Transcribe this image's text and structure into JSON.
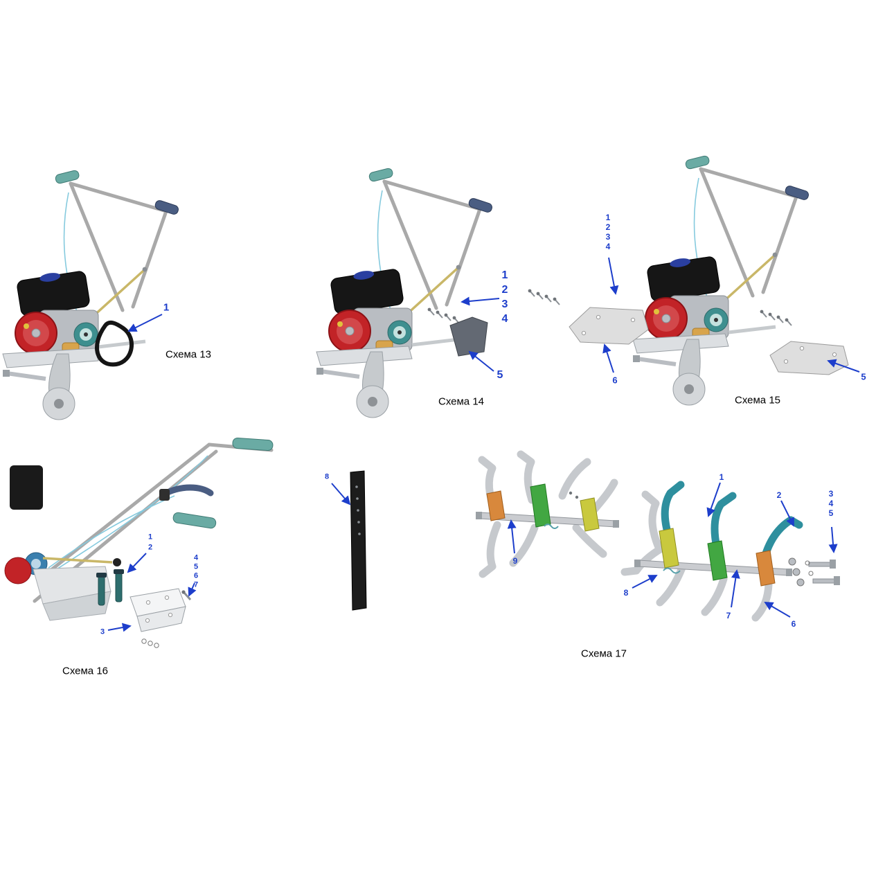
{
  "colors": {
    "callout_blue": "#1d3ecb",
    "caption_black": "#000000",
    "engine_red": "#c22327",
    "pulley_teal": "#3e8f8f",
    "blade_teal": "#2e8f9e",
    "hub_green": "#42a742",
    "hub_yellow": "#c9c93e",
    "hub_orange": "#d8883c"
  },
  "diagrams": {
    "d13": {
      "caption": "Схема 13",
      "callouts": {
        "c1": "1"
      }
    },
    "d14": {
      "caption": "Схема 14",
      "callouts": {
        "c1": "1",
        "c2": "2",
        "c3": "3",
        "c4": "4",
        "c5": "5"
      }
    },
    "d15": {
      "caption": "Схема 15",
      "callouts": {
        "c1": "1",
        "c2": "2",
        "c3": "3",
        "c4": "4",
        "c5": "5",
        "c6": "6"
      }
    },
    "d16": {
      "caption": "Схема 16",
      "callouts": {
        "c1": "1",
        "c2": "2",
        "c3": "3",
        "c4": "4",
        "c5": "5",
        "c6": "6",
        "c7": "7"
      }
    },
    "d17": {
      "caption": "Схема 17",
      "callouts": {
        "c1": "1",
        "c2": "2",
        "c3": "3",
        "c4": "4",
        "c5": "5",
        "c6": "6",
        "c7": "7",
        "c8": "8",
        "c9": "9"
      }
    },
    "standalone": {
      "callouts": {
        "c8": "8"
      }
    }
  }
}
